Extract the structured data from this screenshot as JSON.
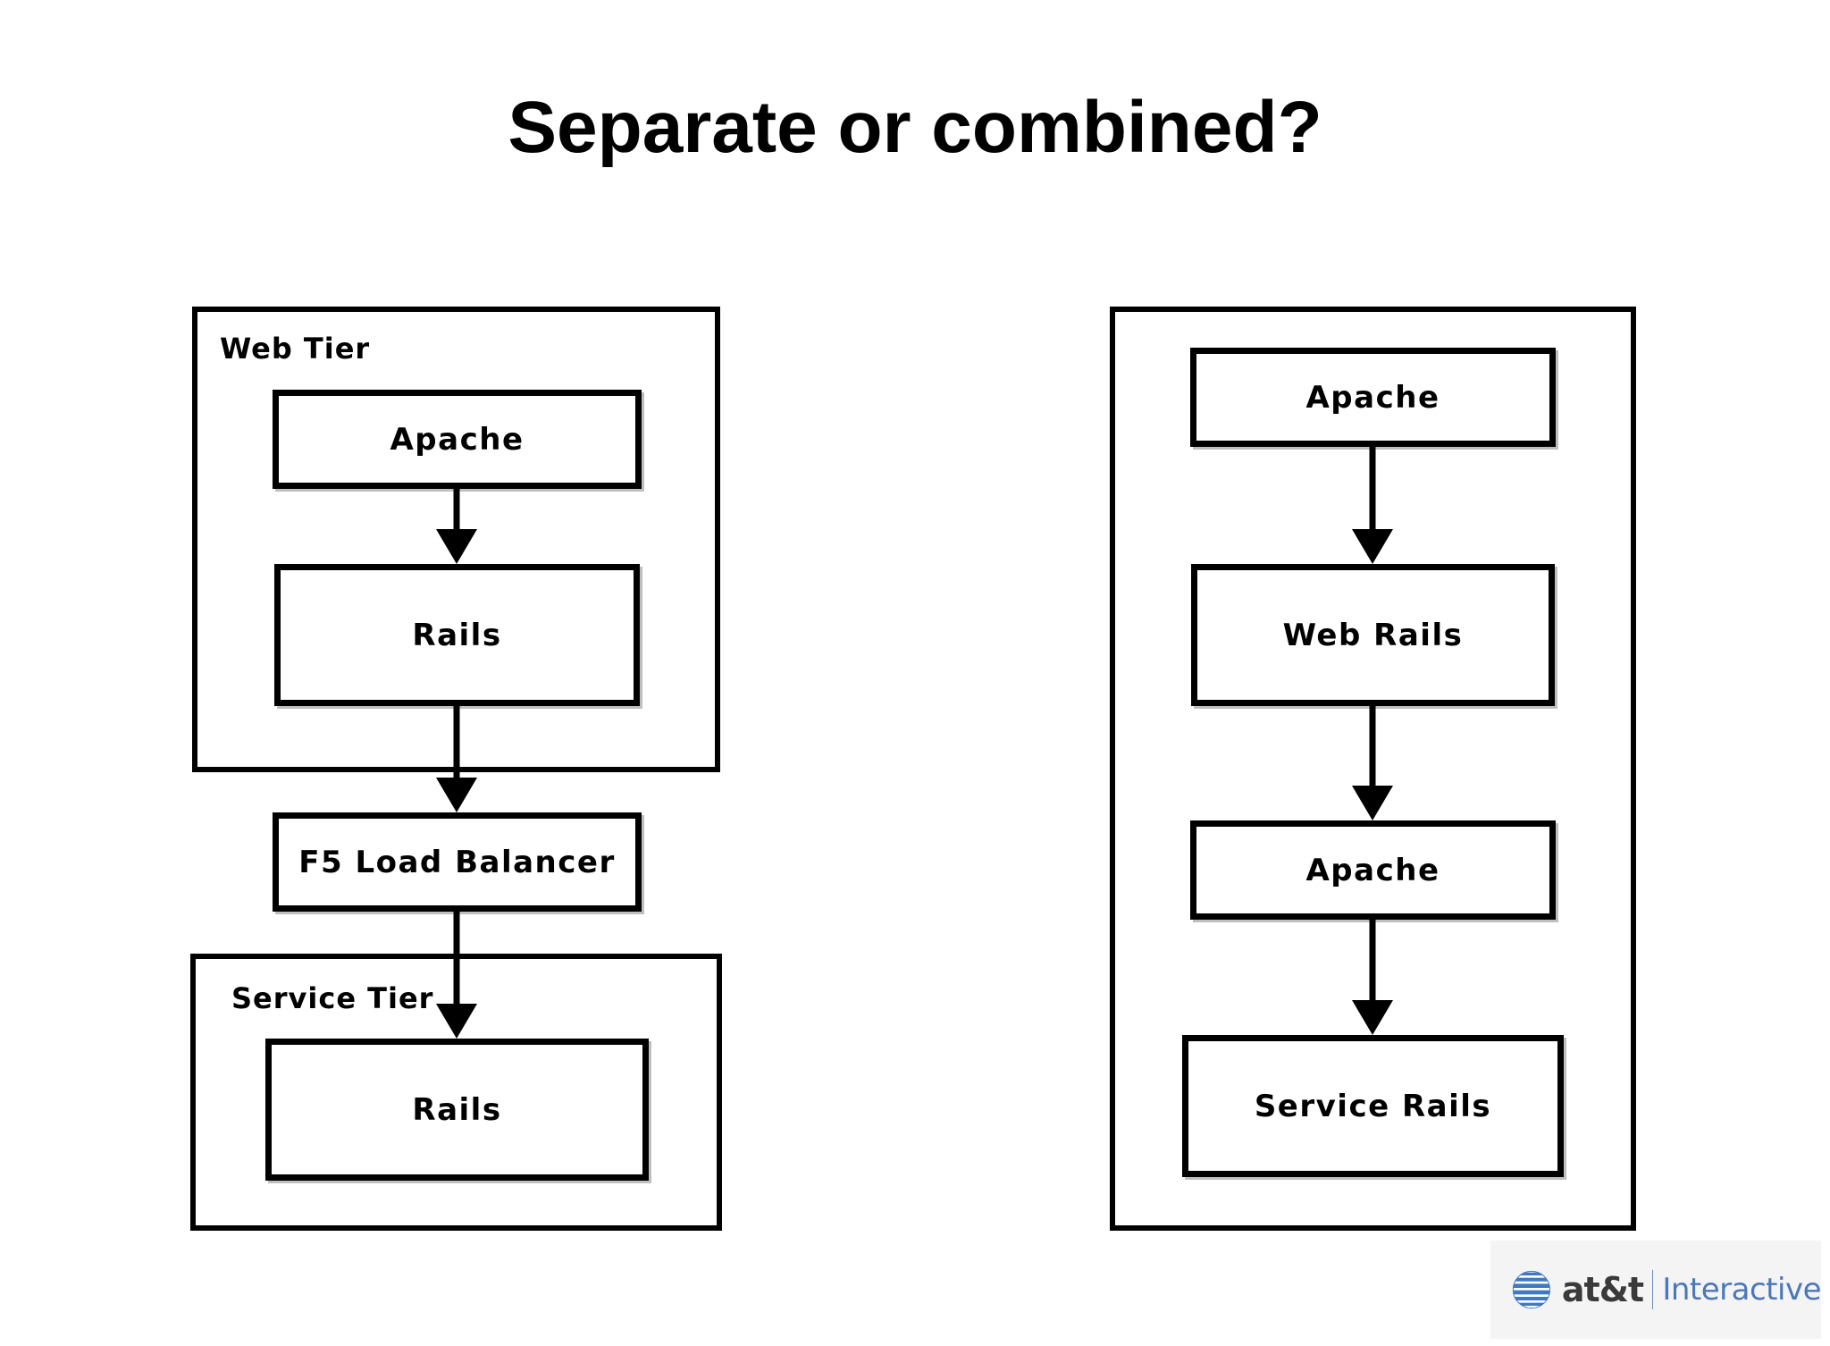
{
  "title": "Separate or combined?",
  "left_diagram": {
    "web_tier_label": "Web Tier",
    "web_apache": "Apache",
    "web_rails": "Rails",
    "load_balancer": "F5 Load Balancer",
    "service_tier_label": "Service Tier",
    "service_rails": "Rails"
  },
  "right_diagram": {
    "apache_top": "Apache",
    "web_rails": "Web Rails",
    "apache_bottom": "Apache",
    "service_rails": "Service Rails"
  },
  "logo": {
    "brand": "at&t",
    "product": "Interactive",
    "brand_color": "#3a3a3a",
    "product_color": "#4a78b8"
  },
  "colors": {
    "stroke": "#000000",
    "background": "#ffffff"
  }
}
